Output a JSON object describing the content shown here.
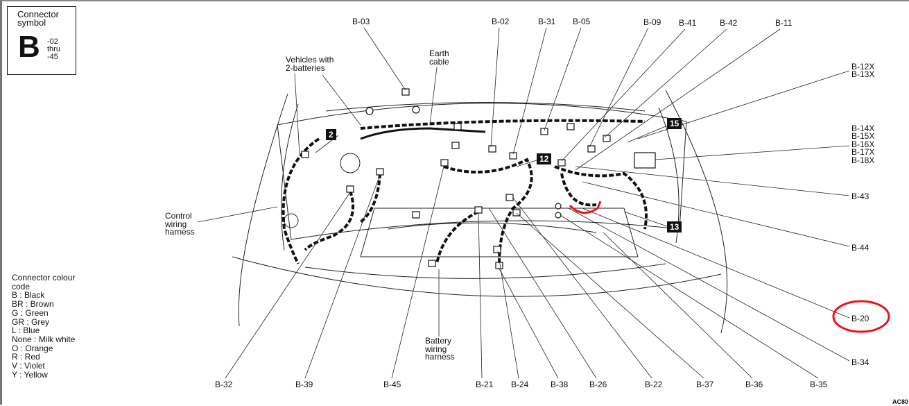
{
  "symbol": {
    "title1": "Connector",
    "title2": "symbol",
    "letter": "B",
    "range1": "-02",
    "range2": "thru",
    "range3": "-45"
  },
  "legend": {
    "title1": "Connector colour",
    "title2": "code",
    "items": [
      "B : Black",
      "BR : Brown",
      "G : Green",
      "GR : Grey",
      "L : Blue",
      "None : Milk white",
      "O : Orange",
      "R : Red",
      "V : Violet",
      "Y : Yellow"
    ]
  },
  "labels": {
    "b03": "B-03",
    "b02": "B-02",
    "b31": "B-31",
    "b05": "B-05",
    "b09": "B-09",
    "b41": "B-41",
    "b42": "B-42",
    "b11": "B-11",
    "b12x": "B-12X",
    "b13x": "B-13X",
    "b14x": "B-14X",
    "b15x": "B-15X",
    "b16x": "B-16X",
    "b17x": "B-17X",
    "b18x": "B-18X",
    "b43": "B-43",
    "b44": "B-44",
    "b20": "B-20",
    "b34": "B-34",
    "b35": "B-35",
    "b36": "B-36",
    "b37": "B-37",
    "b22": "B-22",
    "b26": "B-26",
    "b38": "B-38",
    "b24": "B-24",
    "b21": "B-21",
    "b45": "B-45",
    "b39": "B-39",
    "b32": "B-32",
    "vehicles1": "Vehicles with",
    "vehicles2": "2-batteries",
    "earth1": "Earth",
    "earth2": "cable",
    "control1": "Control",
    "control2": "wiring",
    "control3": "harness",
    "battery1": "Battery",
    "battery2": "wiring",
    "battery3": "harness",
    "code": "AC80"
  },
  "callouts": {
    "n2": "2",
    "n15": "15",
    "n12": "12",
    "n13": "13"
  },
  "colors": {
    "highlight": "#e8141c"
  }
}
